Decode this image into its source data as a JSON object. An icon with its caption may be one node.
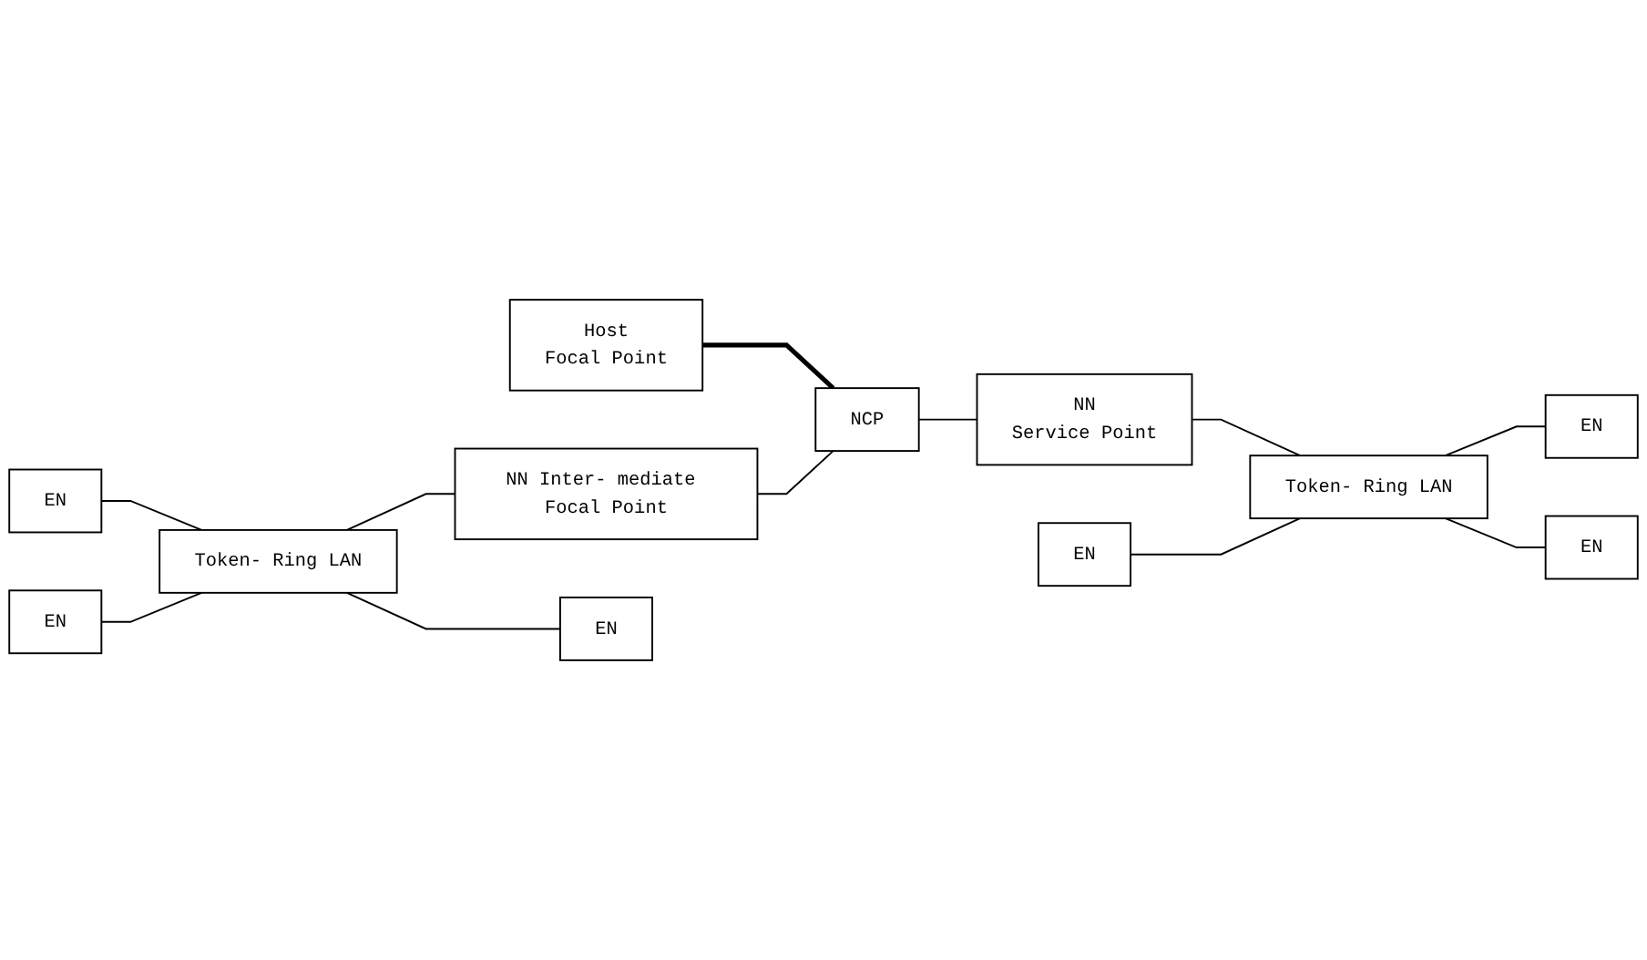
{
  "diagram": {
    "nodes": [
      {
        "text": [
          "Host",
          "Focal Point"
        ]
      },
      {
        "text": [
          "EN"
        ]
      },
      {
        "text": [
          "EN"
        ]
      },
      {
        "text": [
          "EN"
        ]
      },
      {
        "text": [
          "Token- Ring LAN"
        ]
      },
      {
        "text": [
          "NN Inter- mediate Focal Point"
        ]
      },
      {
        "text": [
          "NCP"
        ]
      },
      {
        "text": [
          "NN",
          "Service Point"
        ]
      },
      {
        "text": [
          "Token- Ring LAN"
        ]
      },
      {
        "text": [
          "EN"
        ]
      },
      {
        "text": [
          "EN"
        ]
      },
      {
        "text": [
          "EN"
        ]
      }
    ],
    "edges": [
      {
        "from": 0,
        "to": 6,
        "arrow": "none",
        "style": "thick"
      },
      {
        "from": 1,
        "to": 4,
        "arrow": "none"
      },
      {
        "from": 3,
        "to": 4,
        "arrow": "none"
      },
      {
        "from": 4,
        "to": 10,
        "arrow": "none"
      },
      {
        "from": 4,
        "to": 5,
        "arrow": "none"
      },
      {
        "from": 5,
        "to": 6,
        "arrow": "none"
      },
      {
        "from": 6,
        "to": 7,
        "arrow": "none"
      },
      {
        "from": 7,
        "to": 8,
        "arrow": "none"
      },
      {
        "from": 2,
        "to": 8,
        "arrow": "none"
      },
      {
        "from": 8,
        "to": 9,
        "arrow": "none"
      },
      {
        "from": 8,
        "to": 11,
        "arrow": "none"
      }
    ]
  }
}
